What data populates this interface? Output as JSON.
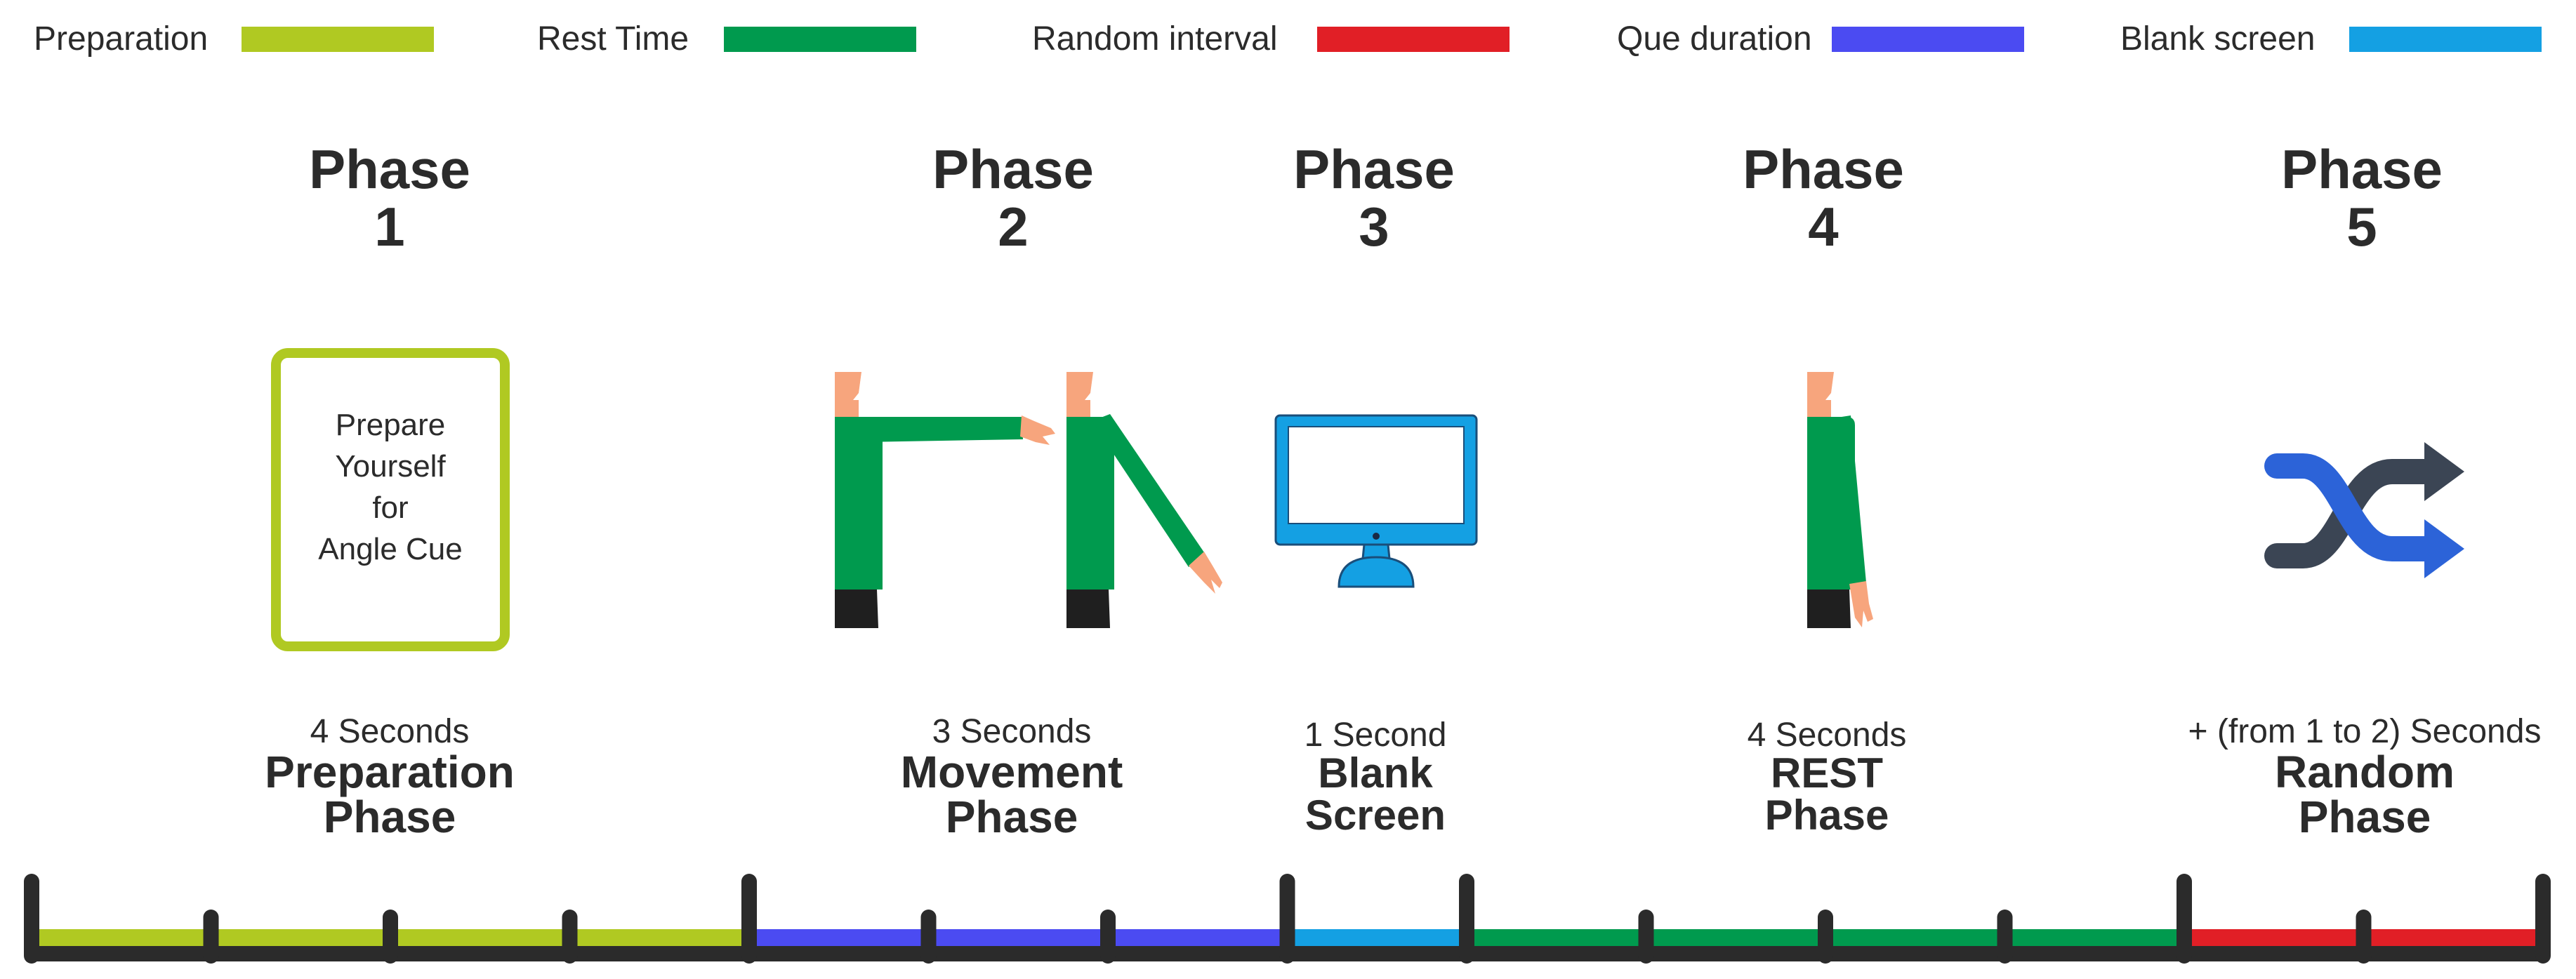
{
  "legend": [
    {
      "label": "Preparation",
      "color": "#b0c922"
    },
    {
      "label": "Rest Time",
      "color": "#009a4e"
    },
    {
      "label": "Random interval",
      "color": "#e11f26"
    },
    {
      "label": "Que duration",
      "color": "#4b4bf2"
    },
    {
      "label": "Blank screen",
      "color": "#14a0e3"
    }
  ],
  "phases": [
    {
      "title_word": "Phase",
      "title_num": "1",
      "duration": "4 Seconds",
      "name_line1": "Preparation",
      "name_line2": "Phase"
    },
    {
      "title_word": "Phase",
      "title_num": "2",
      "duration": "3 Seconds",
      "name_line1": "Movement",
      "name_line2": "Phase"
    },
    {
      "title_word": "Phase",
      "title_num": "3",
      "duration": "1 Second",
      "name_line1": "Blank",
      "name_line2": "Screen"
    },
    {
      "title_word": "Phase",
      "title_num": "4",
      "duration": "4 Seconds",
      "name_line1": "REST",
      "name_line2": "Phase"
    },
    {
      "title_word": "Phase",
      "title_num": "5",
      "duration": "+ (from 1 to 2) Seconds",
      "name_line1": "Random",
      "name_line2": "Phase"
    }
  ],
  "prep_card": {
    "line1": "Prepare",
    "line2": "Yourself",
    "line3": "for",
    "line4": "Angle Cue"
  },
  "icons": {
    "phase1": "prepare-card",
    "phase2": "arm-raise-figures-icon",
    "phase3": "monitor-icon",
    "phase4": "standing-person-icon",
    "phase5": "shuffle-icon"
  },
  "timeline": {
    "unit": "seconds",
    "segments": [
      {
        "phase": "1",
        "start": 0,
        "end": 4,
        "color": "#b0c922"
      },
      {
        "phase": "2",
        "start": 4,
        "end": 7,
        "color": "#4b4bf2"
      },
      {
        "phase": "3",
        "start": 7,
        "end": 8,
        "color": "#14a0e3"
      },
      {
        "phase": "4",
        "start": 8,
        "end": 12,
        "color": "#009a4e"
      },
      {
        "phase": "5",
        "start": 12,
        "end": 14,
        "color": "#e11f26"
      }
    ],
    "axis_color": "#2b2b2b"
  }
}
